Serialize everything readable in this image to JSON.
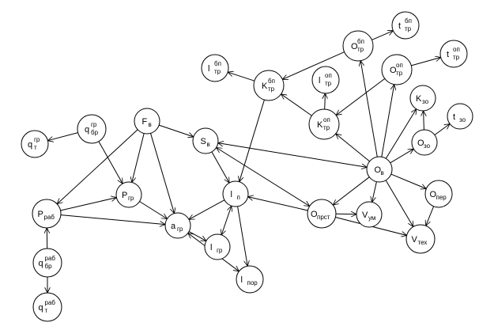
{
  "nodes": [
    {
      "id": "q_gr_t",
      "main": "q",
      "sup": "гр",
      "sub": "т"
    },
    {
      "id": "q_gr_br",
      "main": "q",
      "sup": "гр",
      "sub": "бр"
    },
    {
      "id": "F_v",
      "main": "F",
      "sup": "",
      "sub": "в"
    },
    {
      "id": "S_v",
      "main": "S",
      "sup": "",
      "sub": "в"
    },
    {
      "id": "P_gr",
      "main": "P",
      "sup": "",
      "sub": "гр"
    },
    {
      "id": "P_rab",
      "main": "P",
      "sup": "",
      "sub": "раб"
    },
    {
      "id": "a_gr",
      "main": "a",
      "sup": "",
      "sub": "гр"
    },
    {
      "id": "l_p",
      "main": "l",
      "sup": "",
      "sub": "п"
    },
    {
      "id": "l_gr",
      "main": "l",
      "sup": "",
      "sub": "гр"
    },
    {
      "id": "l_por",
      "main": "l",
      "sup": "",
      "sub": "пор"
    },
    {
      "id": "q_rab_br",
      "main": "q",
      "sup": "раб",
      "sub": "бр"
    },
    {
      "id": "q_rab_t",
      "main": "q",
      "sup": "раб",
      "sub": "т"
    },
    {
      "id": "l_bp_tr",
      "main": "l",
      "sup": "бп",
      "sub": "тр"
    },
    {
      "id": "K_bp_tr",
      "main": "K",
      "sup": "бп",
      "sub": "тр"
    },
    {
      "id": "l_op_tr",
      "main": "l",
      "sup": "оп",
      "sub": "тр"
    },
    {
      "id": "K_op_tr",
      "main": "K",
      "sup": "оп",
      "sub": "тр"
    },
    {
      "id": "O_bp_tr",
      "main": "O",
      "sup": "бп",
      "sub": "тр"
    },
    {
      "id": "t_bp_tr",
      "main": "t",
      "sup": "бп",
      "sub": "тр"
    },
    {
      "id": "O_op_tr",
      "main": "O",
      "sup": "оп",
      "sub": "тр"
    },
    {
      "id": "t_op_tr",
      "main": "t",
      "sup": "оп",
      "sub": "тр"
    },
    {
      "id": "K_zo",
      "main": "K",
      "sup": "",
      "sub": "зо"
    },
    {
      "id": "t_zo",
      "main": "t",
      "sup": "",
      "sub": "зо"
    },
    {
      "id": "O_zo",
      "main": "O",
      "sup": "",
      "sub": "зо"
    },
    {
      "id": "O_v",
      "main": "O",
      "sup": "",
      "sub": "в"
    },
    {
      "id": "O_per",
      "main": "O",
      "sup": "",
      "sub": "пер"
    },
    {
      "id": "O_prost",
      "main": "O",
      "sup": "",
      "sub": "прст"
    },
    {
      "id": "V_um",
      "main": "V",
      "sup": "",
      "sub": "ум"
    },
    {
      "id": "V_teh",
      "main": "V",
      "sup": "",
      "sub": "тех"
    }
  ],
  "edges": [
    {
      "from": "q_gr_br",
      "to": "q_gr_t",
      "dir": "forward"
    },
    {
      "from": "q_gr_br",
      "to": "P_gr",
      "dir": "forward"
    },
    {
      "from": "F_v",
      "to": "P_rab",
      "dir": "forward"
    },
    {
      "from": "F_v",
      "to": "P_gr",
      "dir": "forward"
    },
    {
      "from": "F_v",
      "to": "a_gr",
      "dir": "forward"
    },
    {
      "from": "F_v",
      "to": "S_v",
      "dir": "forward"
    },
    {
      "from": "P_rab",
      "to": "P_gr",
      "dir": "forward"
    },
    {
      "from": "P_rab",
      "to": "a_gr",
      "dir": "forward"
    },
    {
      "from": "P_gr",
      "to": "a_gr",
      "dir": "forward"
    },
    {
      "from": "q_rab_br",
      "to": "P_rab",
      "dir": "forward"
    },
    {
      "from": "q_rab_br",
      "to": "q_rab_t",
      "dir": "forward"
    },
    {
      "from": "S_v",
      "to": "l_p",
      "dir": "forward"
    },
    {
      "from": "l_p",
      "to": "a_gr",
      "dir": "forward"
    },
    {
      "from": "l_p",
      "to": "l_gr",
      "dir": "both"
    },
    {
      "from": "l_p",
      "to": "l_por",
      "dir": "forward"
    },
    {
      "from": "a_gr",
      "to": "l_gr",
      "dir": "forward"
    },
    {
      "from": "a_gr",
      "to": "l_por",
      "dir": "both"
    },
    {
      "from": "S_v",
      "to": "O_prost",
      "dir": "both"
    },
    {
      "from": "O_v",
      "to": "S_v",
      "dir": "both"
    },
    {
      "from": "O_prost",
      "to": "l_p",
      "dir": "forward"
    },
    {
      "from": "K_bp_tr",
      "to": "l_bp_tr",
      "dir": "forward"
    },
    {
      "from": "K_bp_tr",
      "to": "l_p",
      "dir": "forward"
    },
    {
      "from": "O_bp_tr",
      "to": "K_bp_tr",
      "dir": "forward"
    },
    {
      "from": "O_bp_tr",
      "to": "t_bp_tr",
      "dir": "forward"
    },
    {
      "from": "K_op_tr",
      "to": "K_bp_tr",
      "dir": "forward"
    },
    {
      "from": "K_op_tr",
      "to": "l_op_tr",
      "dir": "forward"
    },
    {
      "from": "O_op_tr",
      "to": "K_op_tr",
      "dir": "forward"
    },
    {
      "from": "O_op_tr",
      "to": "t_op_tr",
      "dir": "forward"
    },
    {
      "from": "O_v",
      "to": "O_bp_tr",
      "dir": "forward"
    },
    {
      "from": "O_v",
      "to": "O_op_tr",
      "dir": "forward"
    },
    {
      "from": "O_v",
      "to": "K_op_tr",
      "dir": "forward"
    },
    {
      "from": "O_v",
      "to": "K_zo",
      "dir": "forward"
    },
    {
      "from": "O_zo",
      "to": "K_zo",
      "dir": "forward"
    },
    {
      "from": "O_zo",
      "to": "t_zo",
      "dir": "forward"
    },
    {
      "from": "O_v",
      "to": "O_zo",
      "dir": "forward"
    },
    {
      "from": "O_v",
      "to": "O_per",
      "dir": "forward"
    },
    {
      "from": "O_v",
      "to": "O_prost",
      "dir": "forward"
    },
    {
      "from": "O_v",
      "to": "V_um",
      "dir": "forward"
    },
    {
      "from": "O_v",
      "to": "V_teh",
      "dir": "forward"
    },
    {
      "from": "O_per",
      "to": "V_teh",
      "dir": "forward"
    },
    {
      "from": "O_prost",
      "to": "V_um",
      "dir": "forward"
    },
    {
      "from": "O_prost",
      "to": "V_teh",
      "dir": "forward"
    }
  ]
}
